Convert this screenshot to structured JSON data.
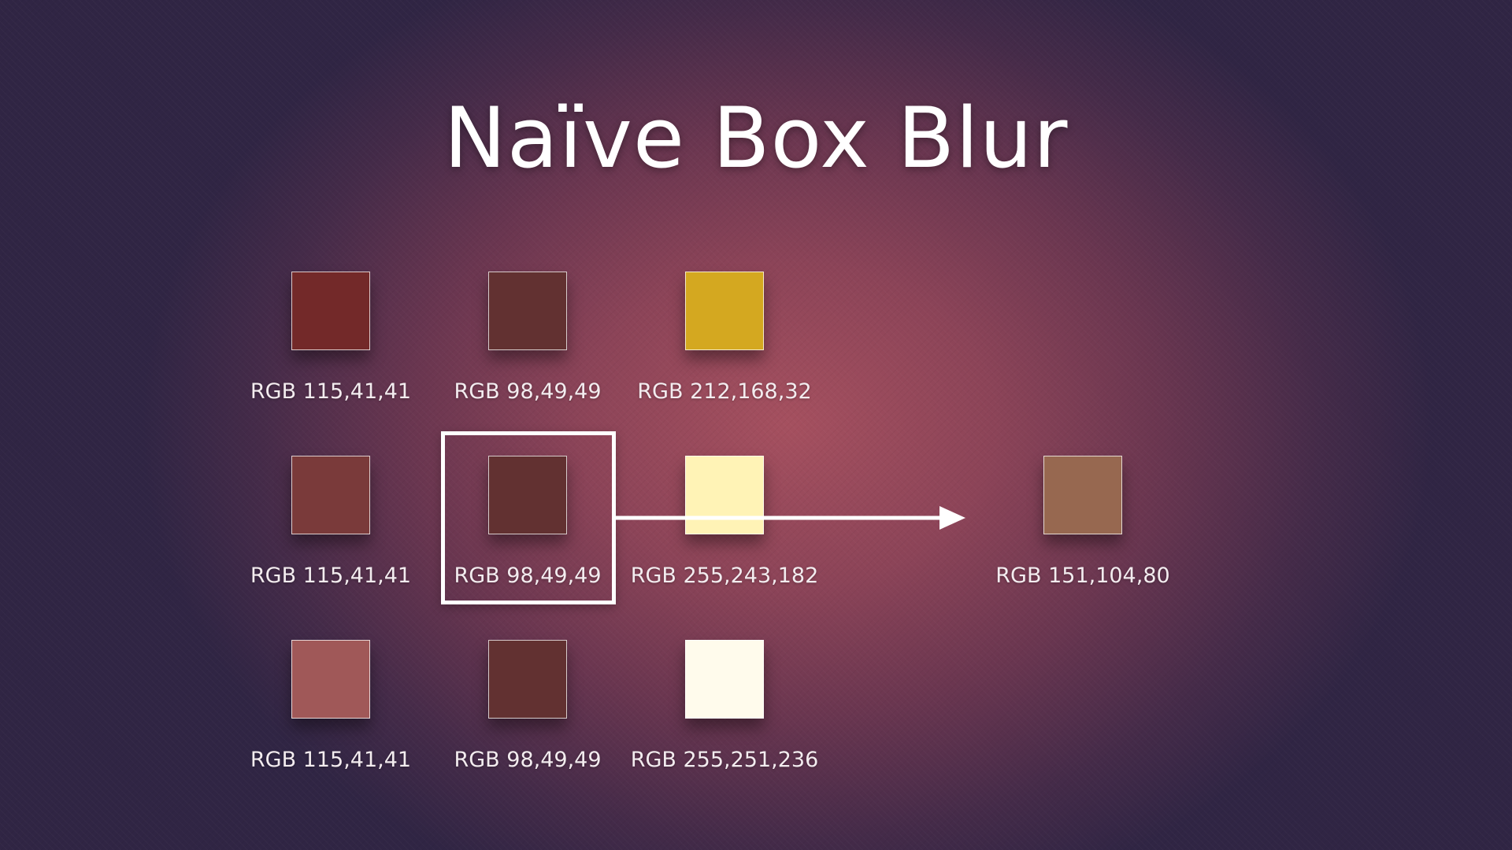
{
  "title": "Naïve Box Blur",
  "grid": [
    [
      {
        "label": "RGB 115,41,41",
        "color": "#732929"
      },
      {
        "label": "RGB 98,49,49",
        "color": "#623131"
      },
      {
        "label": "RGB 212,168,32",
        "color": "#d4a820"
      }
    ],
    [
      {
        "label": "RGB 115,41,41",
        "color": "#7a3a3a"
      },
      {
        "label": "RGB 98,49,49",
        "color": "#623131"
      },
      {
        "label": "RGB 255,243,182",
        "color": "#fff3b6"
      }
    ],
    [
      {
        "label": "RGB 115,41,41",
        "color": "#a05858"
      },
      {
        "label": "RGB 98,49,49",
        "color": "#623131"
      },
      {
        "label": "RGB 255,251,236",
        "color": "#fffbec"
      }
    ]
  ],
  "result": {
    "label": "RGB 151,104,80",
    "color": "#976850"
  }
}
